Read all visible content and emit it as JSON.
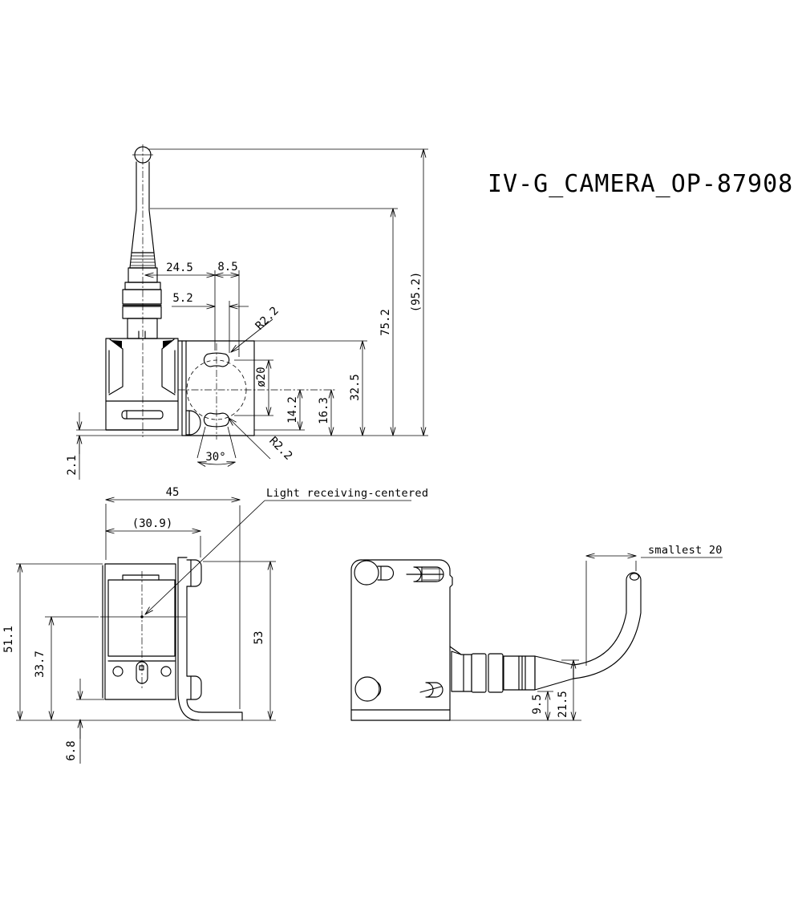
{
  "title": "IV-G_CAMERA_OP-87908",
  "colors": {
    "line_color": "#000000",
    "background": "#ffffff"
  },
  "top_view": {
    "dim_24_5": "24.5",
    "dim_8_5": "8.5",
    "dim_5_2": "5.2",
    "radius_upper": "R2.2",
    "radius_lower": "R2.2",
    "dim_dia_20": "ø20",
    "dim_14_2": "14.2",
    "dim_16_3": "16.3",
    "dim_32_5": "32.5",
    "dim_75_2": "75.2",
    "dim_95_2": "(95.2)",
    "dim_2_1": "2.1",
    "dim_angle_30": "30°"
  },
  "front_view": {
    "dim_45": "45",
    "dim_30_9": "(30.9)",
    "annotation_light": "Light receiving-centered",
    "dim_51_1": "51.1",
    "dim_33_7": "33.7",
    "dim_6_8": "6.8",
    "dim_53": "53"
  },
  "side_view": {
    "dim_9_5": "9.5",
    "dim_21_5": "21.5",
    "dim_min_bend": "smallest 20"
  }
}
